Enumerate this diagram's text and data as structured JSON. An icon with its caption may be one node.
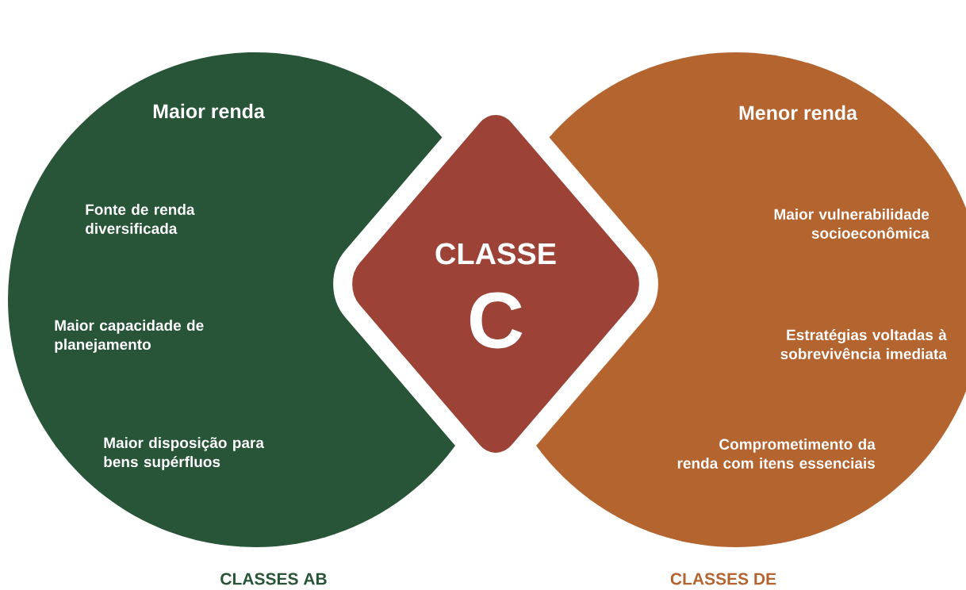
{
  "diagram": {
    "nodes": [
      {
        "text": [
          "Maior renda",
          "Fonte de renda diversificada",
          "Maior capacidade de planejamento",
          "Maior disposição para bens supérfluos"
        ],
        "beside": [
          "CLASSES AB"
        ]
      },
      {
        "text": [
          "Menor renda",
          "Maior vulnerabilidade socioeconômica",
          "Estratégias voltadas à sobrevivência imediata",
          "Comprometimento da renda com itens essenciais"
        ],
        "beside": [
          "CLASSES DE"
        ]
      },
      {
        "text": [
          "CLASSE",
          "C"
        ]
      }
    ],
    "edges": []
  }
}
